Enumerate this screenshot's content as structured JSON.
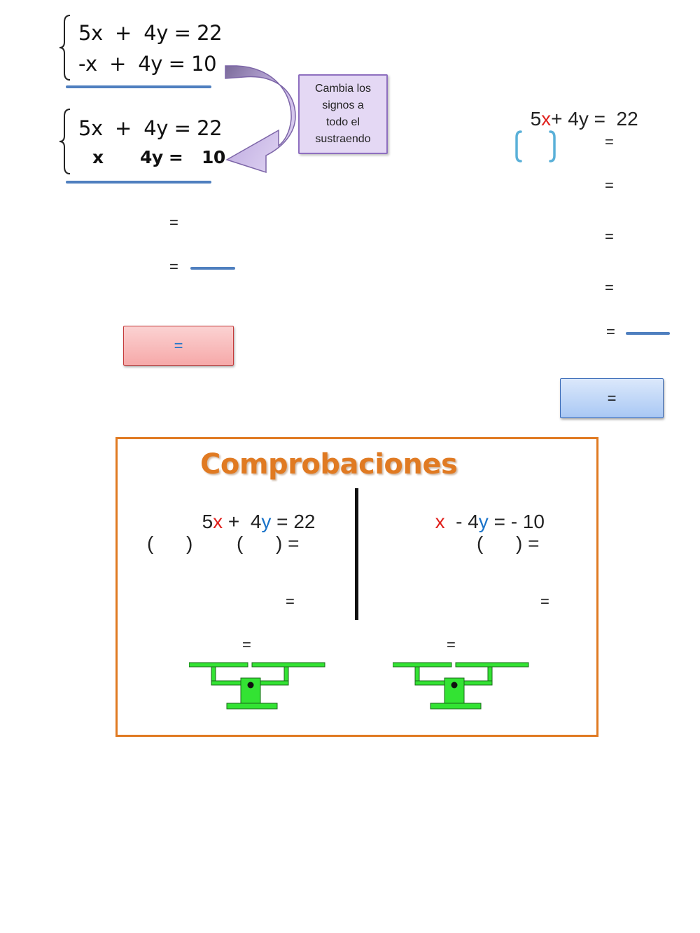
{
  "system1": {
    "eq1": "5x  +  4y = 22",
    "eq2": "-x  +  4y = 10"
  },
  "system2": {
    "eq1": "5x  +  4y = 22",
    "eq2_x": "x",
    "eq2_rest": "4y =",
    "eq2_val": "10"
  },
  "callout": {
    "line1": "Cambia los",
    "line2": "signos a",
    "line3": "todo el",
    "line4": "sustraendo"
  },
  "left_steps": {
    "eq_a": "=",
    "eq_b": "="
  },
  "left_answer": {
    "label": "="
  },
  "right_steps": {
    "coef": "5",
    "var": "x",
    "rest": "+ 4y =  22",
    "eq1": "=",
    "eq2": "=",
    "eq3": "=",
    "eq4": "=",
    "eq5": "="
  },
  "right_answer": {
    "label": "="
  },
  "checks": {
    "title": "Comprobaciones",
    "left": {
      "coef_x": "5",
      "var_x": "x",
      "mid": " +  4",
      "var_y": "y",
      "rhs": " = 22",
      "paren1_open": "(",
      "paren1_close": ")",
      "paren2_open": "(",
      "paren2_close": ") =",
      "eq1": "=",
      "eq2": "="
    },
    "right": {
      "var_x": "x",
      "mid": "  - 4",
      "var_y": "y",
      "rhs": " = - 10",
      "paren_open": "(",
      "paren_close": ") =",
      "eq1": "=",
      "eq2": "="
    }
  },
  "colors": {
    "accent_orange": "#e07a22",
    "underline_blue": "#4f7fbf",
    "var_red": "#e0201c",
    "var_blue": "#1a73c9",
    "balance_green": "#33e333"
  },
  "icons": {
    "left_balance": "balance-scale-icon",
    "right_balance": "balance-scale-icon",
    "arrow": "curved-arrow-icon"
  }
}
